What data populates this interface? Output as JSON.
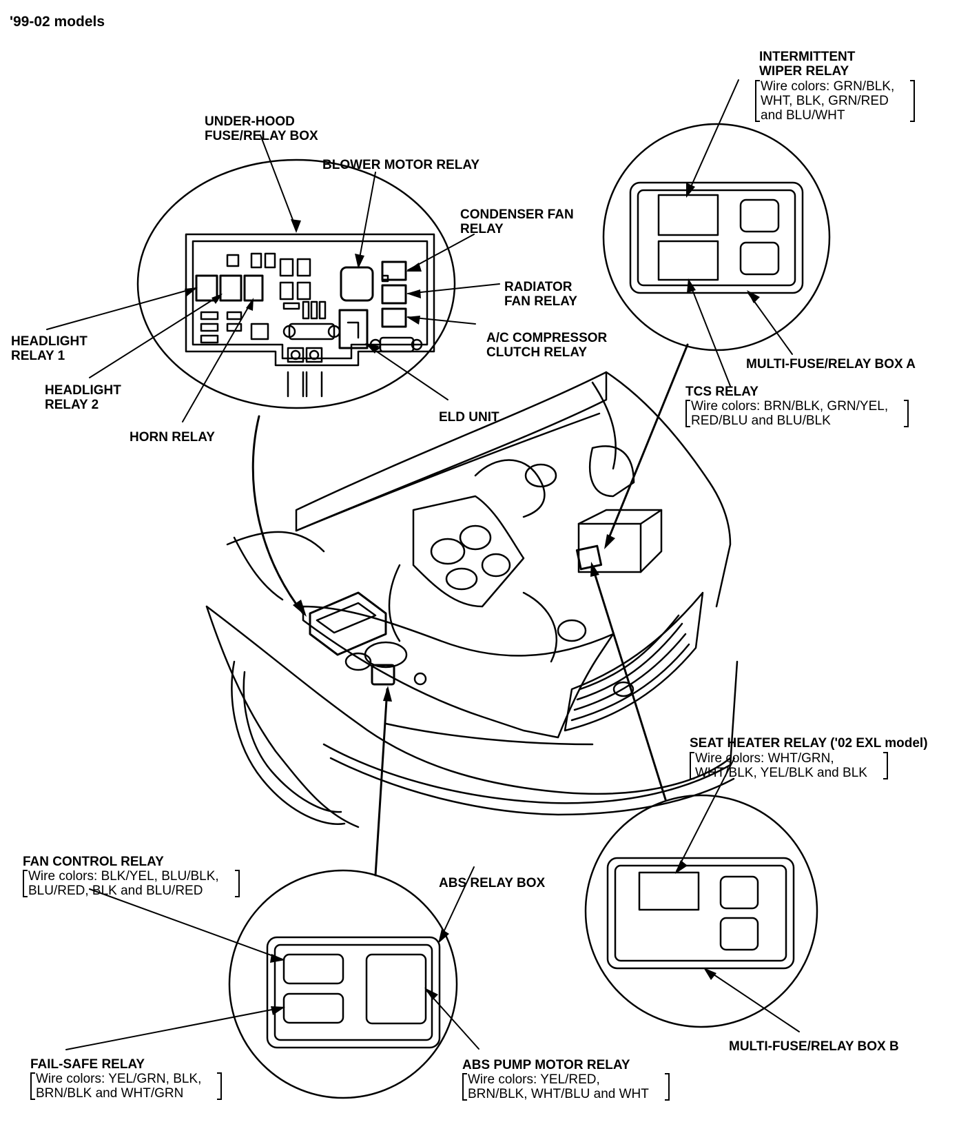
{
  "title": "'99-02 models",
  "labels": {
    "under_hood_box": [
      "UNDER-HOOD",
      "FUSE/RELAY BOX"
    ],
    "blower_motor_relay": "BLOWER MOTOR RELAY",
    "condenser_fan_relay": [
      "CONDENSER FAN",
      "RELAY"
    ],
    "radiator_fan_relay": [
      "RADIATOR",
      "FAN RELAY"
    ],
    "ac_compressor_relay": [
      "A/C COMPRESSOR",
      "CLUTCH RELAY"
    ],
    "headlight_relay_1": [
      "HEADLIGHT",
      "RELAY 1"
    ],
    "headlight_relay_2": [
      "HEADLIGHT",
      "RELAY 2"
    ],
    "horn_relay": "HORN RELAY",
    "eld_unit": "ELD UNIT",
    "intermittent_wiper_relay": [
      "INTERMITTENT",
      "WIPER RELAY"
    ],
    "intermittent_wiper_wires": [
      "Wire colors: GRN/BLK,",
      "WHT, BLK, GRN/RED",
      "and BLU/WHT"
    ],
    "multi_fuse_box_a": "MULTI-FUSE/RELAY BOX A",
    "tcs_relay": "TCS RELAY",
    "tcs_relay_wires": [
      "Wire colors: BRN/BLK, GRN/YEL,",
      "RED/BLU and BLU/BLK"
    ],
    "seat_heater_relay": "SEAT HEATER RELAY ('02 EXL model)",
    "seat_heater_wires": [
      "Wire colors: WHT/GRN,",
      "WHT/BLK, YEL/BLK and BLK"
    ],
    "multi_fuse_box_b": "MULTI-FUSE/RELAY BOX B",
    "fan_control_relay": "FAN CONTROL RELAY",
    "fan_control_wires": [
      "Wire colors: BLK/YEL, BLU/BLK,",
      "BLU/RED, BLK and BLU/RED"
    ],
    "abs_relay_box": "ABS RELAY BOX",
    "fail_safe_relay": "FAIL-SAFE RELAY",
    "fail_safe_wires": [
      "Wire colors: YEL/GRN, BLK,",
      "BRN/BLK and WHT/GRN"
    ],
    "abs_pump_motor_relay": "ABS PUMP MOTOR RELAY",
    "abs_pump_motor_wires": [
      "Wire colors: YEL/RED,",
      "BRN/BLK, WHT/BLU and WHT"
    ]
  }
}
